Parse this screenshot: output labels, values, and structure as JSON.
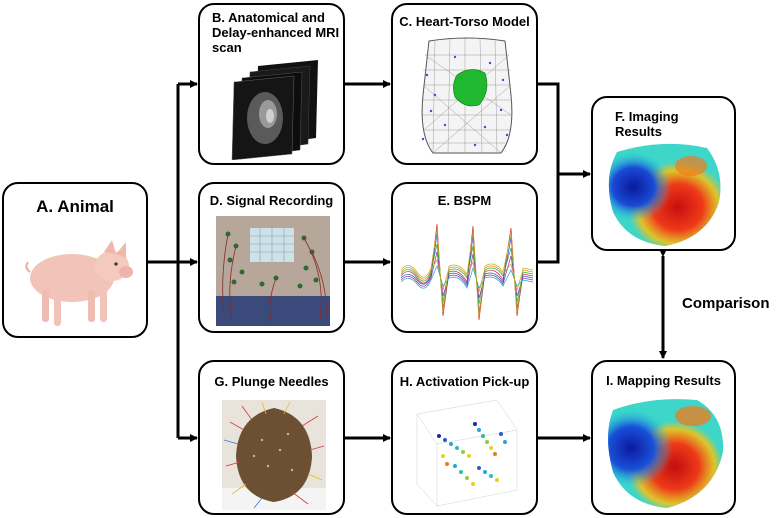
{
  "boxes": {
    "a": {
      "title": "A. Animal"
    },
    "b": {
      "title": "B. Anatomical and Delay-enhanced MRI scan"
    },
    "c": {
      "title": "C. Heart-Torso Model"
    },
    "d": {
      "title": "D. Signal Recording"
    },
    "e": {
      "title": "E. BSPM"
    },
    "f": {
      "title": "F. Imaging Results"
    },
    "g": {
      "title": "G. Plunge Needles"
    },
    "h": {
      "title": "H. Activation Pick-up"
    },
    "i": {
      "title": "I. Mapping Results"
    }
  },
  "comparison_label": "Comparison",
  "colors": {
    "stroke": "#000000",
    "heart_red": "#e01a1a",
    "heart_blue": "#1a3fd6",
    "heart_yellow": "#f2e21a",
    "heart_cyan": "#22c6e8",
    "mesh_green": "#1fb82e",
    "pig_pink": "#f2c3b8"
  }
}
